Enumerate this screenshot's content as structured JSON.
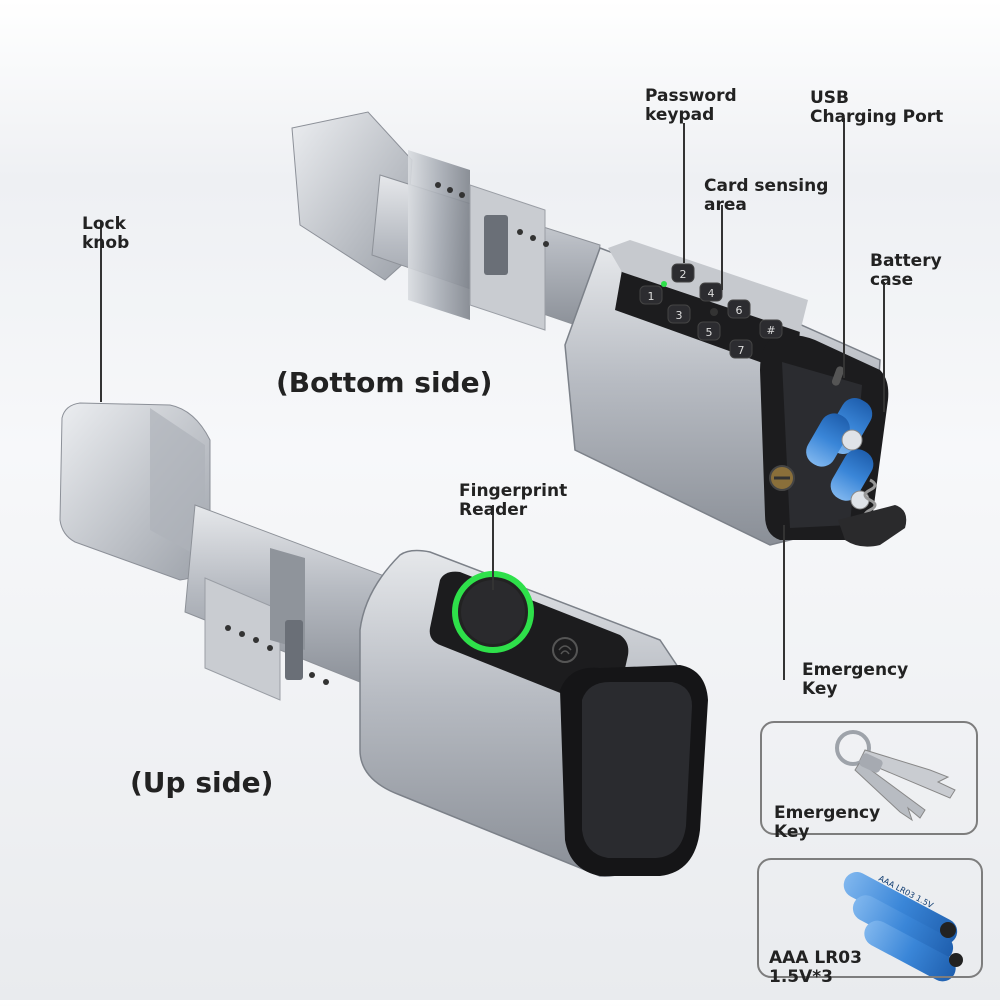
{
  "labels": {
    "password_keypad": [
      "Password",
      "keypad"
    ],
    "usb_port": [
      "USB",
      "Charging Port"
    ],
    "card_sensing": [
      "Card sensing",
      "area"
    ],
    "battery_case": [
      "Battery",
      "case"
    ],
    "lock_knob": [
      "Lock",
      "knob"
    ],
    "fingerprint_reader": [
      "Fingerprint",
      "Reader"
    ],
    "emergency_key": [
      "Emergency",
      "Key"
    ]
  },
  "sides": {
    "bottom": "(Bottom side)",
    "up": "(Up side)"
  },
  "cards": {
    "key_card": [
      "Emergency",
      "Key"
    ],
    "battery_card": [
      "AAA LR03",
      "1.5V*3"
    ]
  },
  "keypad_digits": [
    "1",
    "2",
    "3",
    "4",
    "5",
    "6",
    "7",
    "#"
  ],
  "battery_print": "AAA LR03 1.5V",
  "colors": {
    "fingerprint_ring": "#2ee04a",
    "battery_blue": "#3a86d8",
    "lock_body": "#b9bdc4",
    "lock_dark": "#1c1c1e"
  }
}
